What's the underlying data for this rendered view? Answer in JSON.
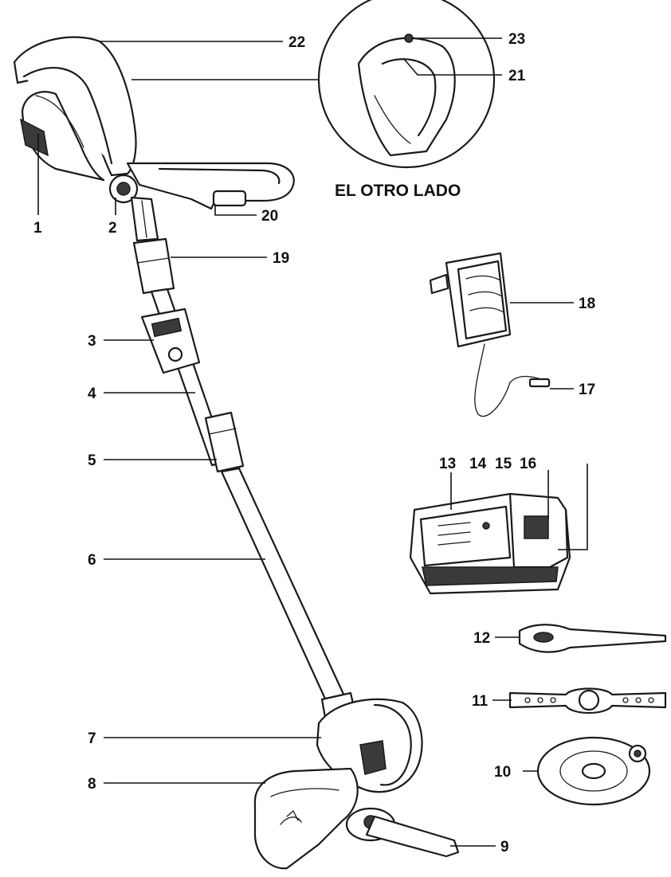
{
  "caption": "EL OTRO LADO",
  "colors": {
    "line": "#1a1a1a",
    "background": "#ffffff",
    "shade": "#3a3a3a"
  },
  "callouts": [
    "1",
    "2",
    "3",
    "4",
    "5",
    "6",
    "7",
    "8",
    "9",
    "10",
    "11",
    "12",
    "13",
    "14",
    "15",
    "16",
    "17",
    "18",
    "19",
    "20",
    "21",
    "22",
    "23"
  ]
}
